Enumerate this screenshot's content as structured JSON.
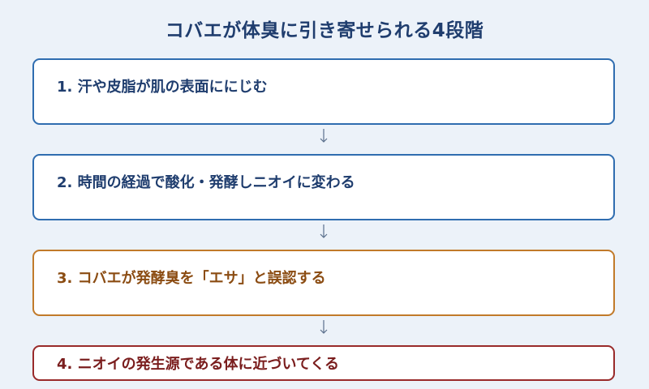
{
  "diagram": {
    "title": "コバエが体臭に引き寄せられる4段階",
    "steps": [
      {
        "label": "1. 汗や皮脂が肌の表面ににじむ",
        "color": "#2f6db0"
      },
      {
        "label": "2. 時間の経過で酸化・発酵しニオイに変わる",
        "color": "#2f6db0"
      },
      {
        "label": "3. コバエが発酵臭を「エサ」と誤認する",
        "color": "#c17a2a"
      },
      {
        "label": "4. ニオイの発生源である体に近づいてくる",
        "color": "#992a2a"
      }
    ],
    "arrow_color": "#5a6f8c"
  }
}
